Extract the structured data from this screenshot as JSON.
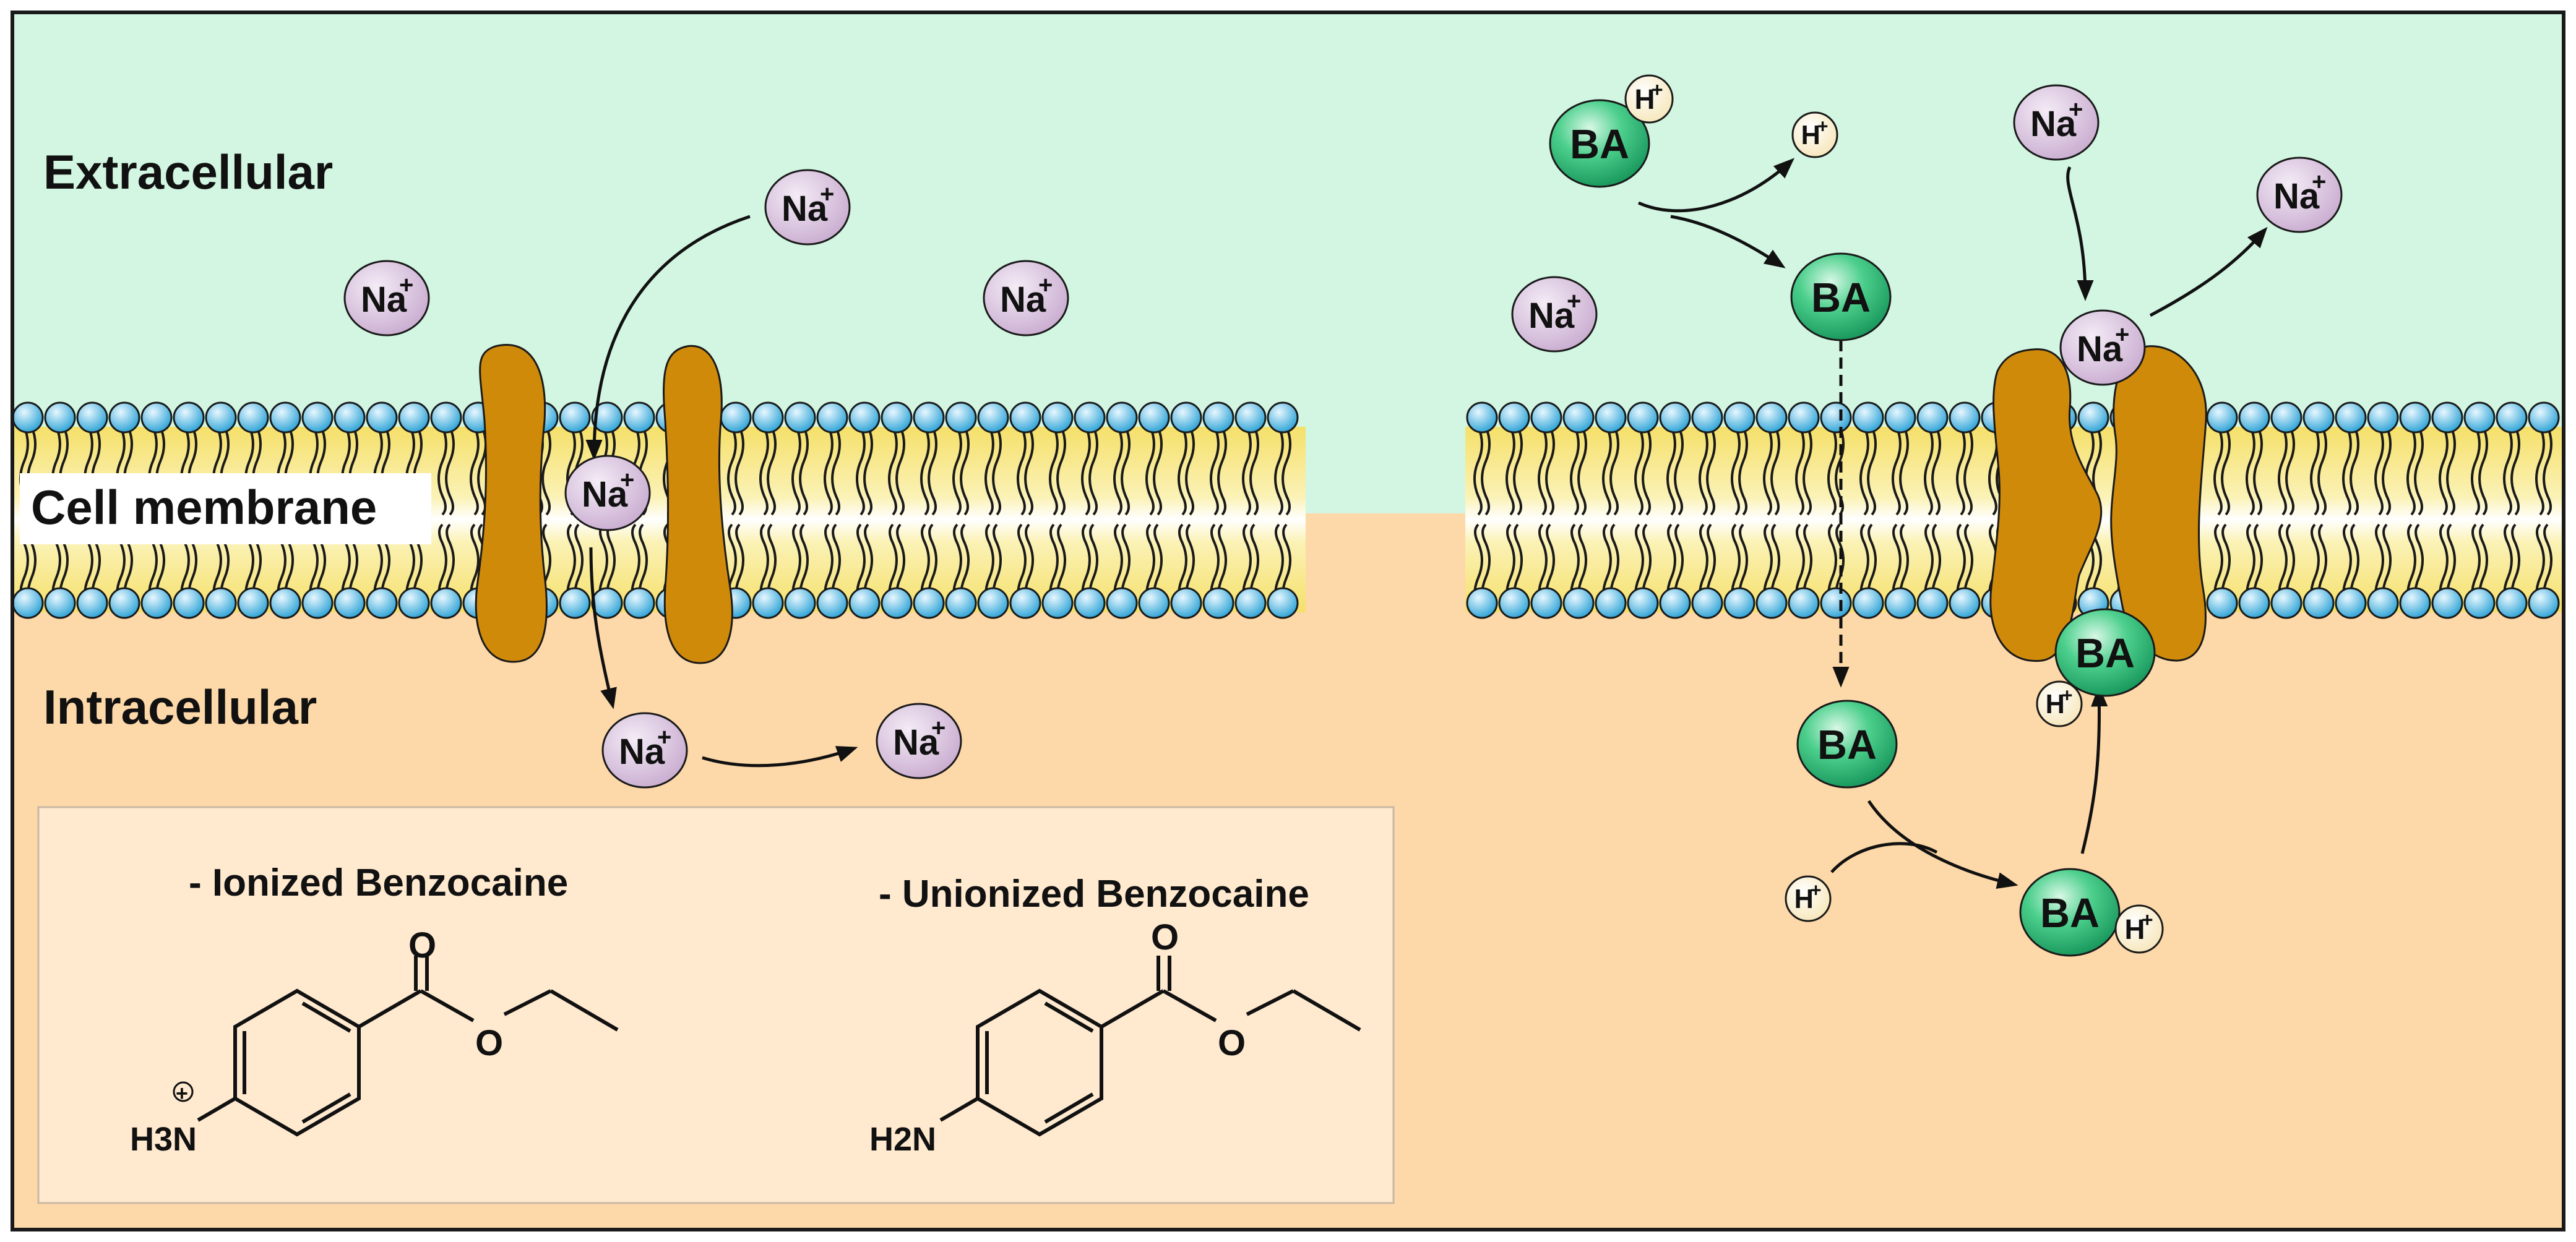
{
  "regions": {
    "extracellular": "Extracellular",
    "cell_membrane": "Cell membrane",
    "intracellular": "Intracellular"
  },
  "ions": {
    "sodium": "Na",
    "proton": "H",
    "charge": "+",
    "benzocaine": "BA"
  },
  "legend": {
    "ionized_label": "- Ionized Benzocaine",
    "unionized_label": "- Unionized Benzocaine",
    "ionized_amine": "H3N",
    "unionized_amine": "H2N",
    "carbonyl_oxygen": "O",
    "ester_oxygen": "O"
  },
  "colors": {
    "extracellular_bg": "#d2f6e2",
    "intracellular_bg": "#fdd8a8",
    "channel_protein": "#d08a0a",
    "sodium_ion": "#dcc6e0",
    "benzocaine": "#38c07c",
    "proton": "#fff3d2",
    "lipid_head": "#45b4e0",
    "legend_bg": "#ffe9cf"
  }
}
